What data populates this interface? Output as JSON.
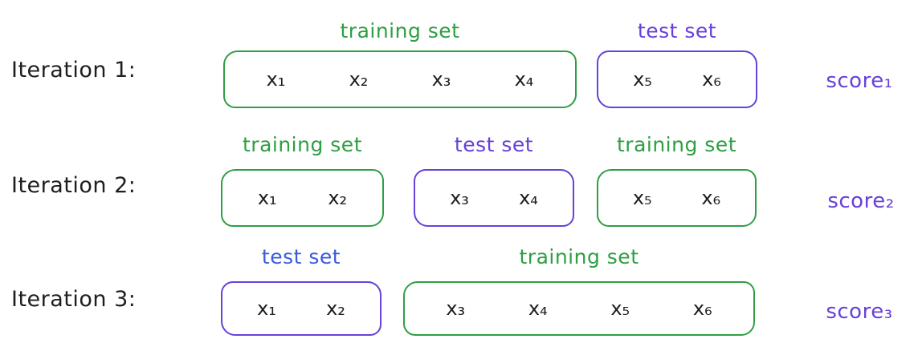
{
  "diagram": {
    "topic": "k-fold cross-validation illustration",
    "colors": {
      "training_green": "#2f9e44",
      "test_purple": "#6741d9",
      "test_label_blue": "#3b5bdb",
      "score_purple": "#6741d9",
      "ink_black": "#1e1e1e"
    },
    "rows": [
      {
        "iteration_label": "Iteration 1:",
        "score": "score₁",
        "boxes": [
          {
            "set_label": "training set",
            "set_type": "training",
            "items": [
              "x₁",
              "x₂",
              "x₃",
              "x₄"
            ]
          },
          {
            "set_label": "test set",
            "set_type": "test",
            "items": [
              "x₅",
              "x₆"
            ]
          }
        ]
      },
      {
        "iteration_label": "Iteration 2:",
        "score": "score₂",
        "boxes": [
          {
            "set_label": "training set",
            "set_type": "training",
            "items": [
              "x₁",
              "x₂"
            ]
          },
          {
            "set_label": "test set",
            "set_type": "test",
            "items": [
              "x₃",
              "x₄"
            ]
          },
          {
            "set_label": "training set",
            "set_type": "training",
            "items": [
              "x₅",
              "x₆"
            ]
          }
        ]
      },
      {
        "iteration_label": "Iteration 3:",
        "score": "score₃",
        "boxes": [
          {
            "set_label": "test set",
            "set_type": "test",
            "label_color": "blue",
            "items": [
              "x₁",
              "x₂"
            ]
          },
          {
            "set_label": "training set",
            "set_type": "training",
            "items": [
              "x₃",
              "x₄",
              "x₅",
              "x₆"
            ]
          }
        ]
      }
    ]
  }
}
